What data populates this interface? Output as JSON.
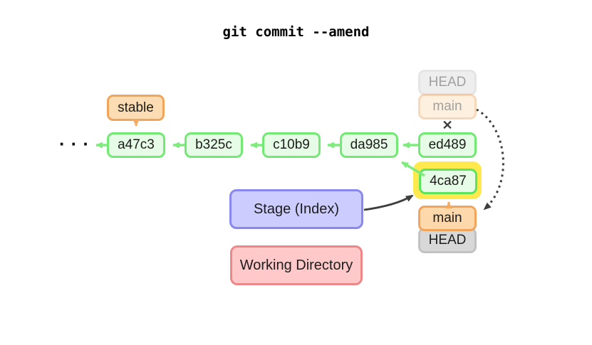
{
  "title": "git commit --amend",
  "ellipsis": "···",
  "commit_chain": {
    "commits": [
      "a47c3",
      "b325c",
      "c10b9",
      "da985",
      "ed489"
    ],
    "amended_commit": "4ca87"
  },
  "labels": {
    "stable_branch": "stable",
    "old_head": "HEAD",
    "old_main": "main",
    "cross_mark": "✕",
    "new_main": "main",
    "new_head": "HEAD",
    "stage": "Stage (Index)",
    "working_directory": "Working Directory"
  },
  "colors": {
    "commit_green_border": "#72e972",
    "commit_green_fill": "#e6fce6",
    "branch_orange_border": "#f0a45c",
    "branch_orange_fill": "#fcdcb2",
    "head_gray_border": "#c2c2c2",
    "head_gray_fill": "#d8d8d8",
    "stage_purple_border": "#8888ee",
    "stage_purple_fill": "#ccccfe",
    "working_red_border": "#ee8888",
    "working_red_fill": "#ffc9c9",
    "highlight_yellow": "#ffe94d",
    "arrow_dark": "#3f3f3f"
  }
}
